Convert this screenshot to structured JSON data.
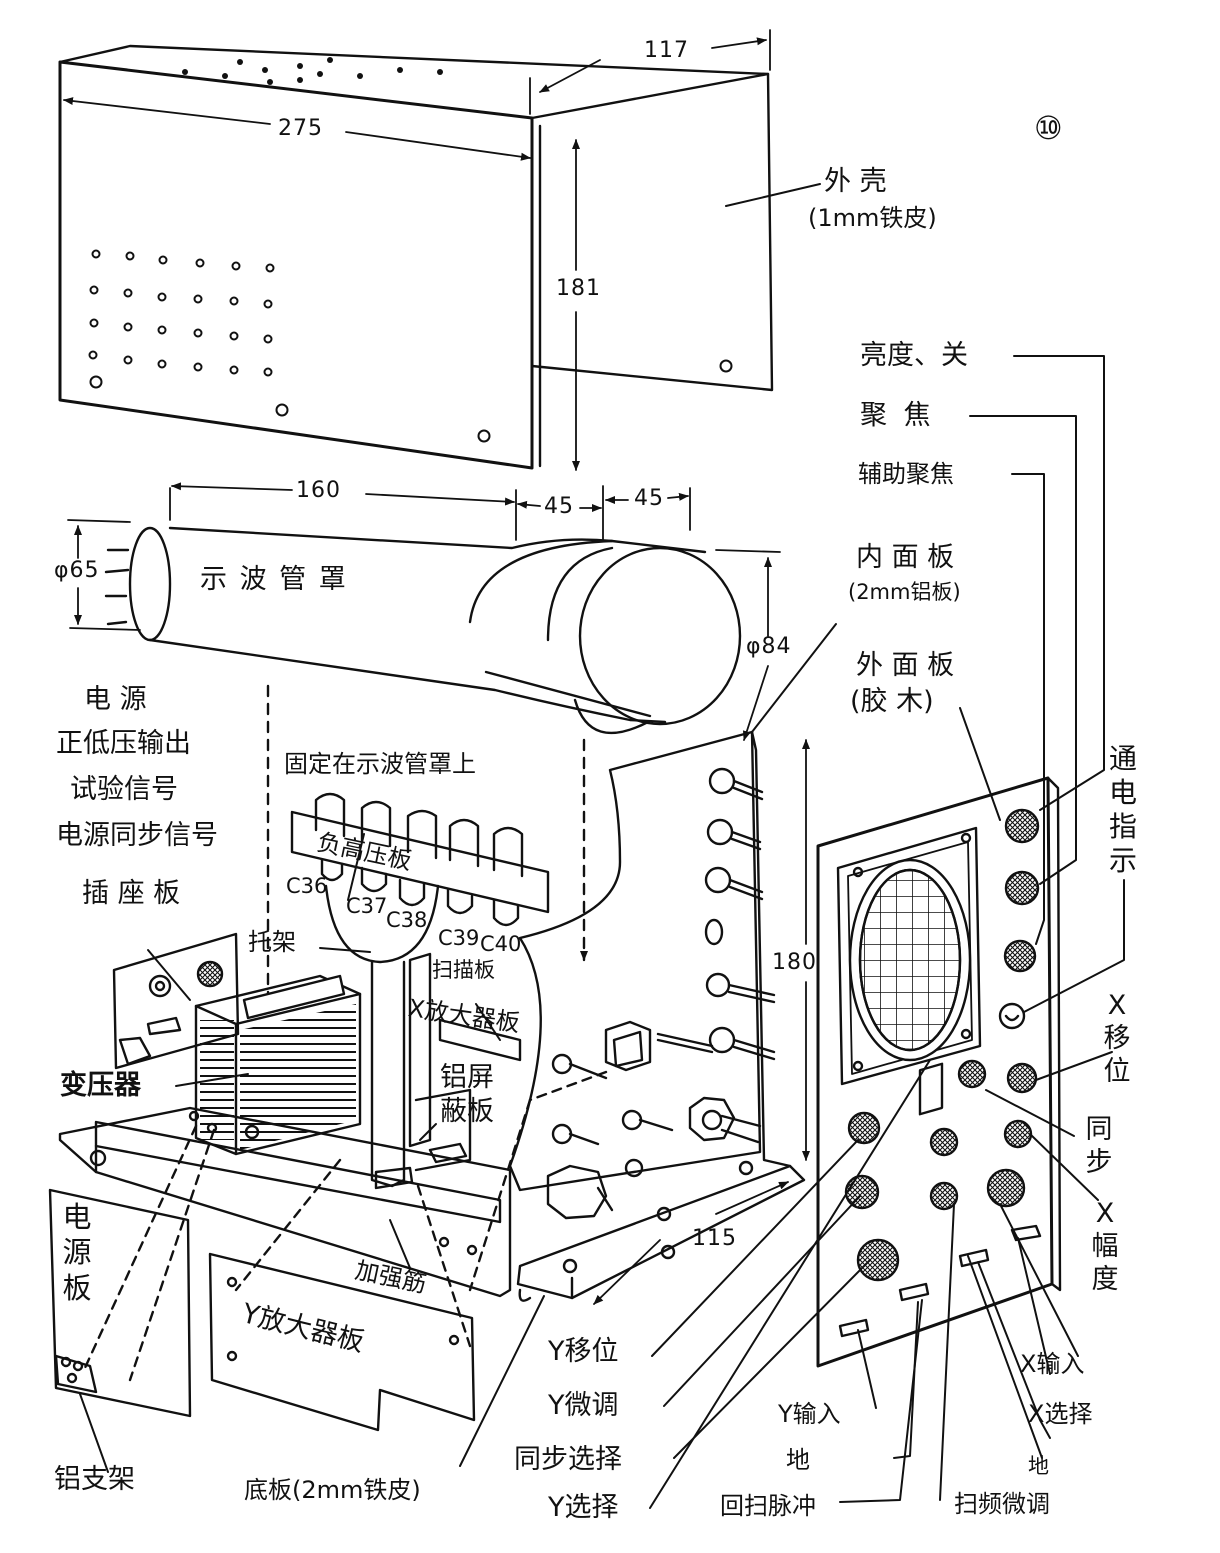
{
  "figure": {
    "number": "⑩"
  },
  "case": {
    "name": "外 壳",
    "material": "(1mm铁皮)"
  },
  "dimensions": {
    "case_length": "275",
    "case_depth": "117",
    "case_height": "181",
    "shield_length": "160",
    "shield_mid": "45",
    "shield_front": "45",
    "shield_dia_small": "φ65",
    "shield_dia_large": "φ84",
    "panel_height": "180",
    "base_width": "115"
  },
  "parts": {
    "crt_shield": "示 波 管 罩",
    "inner_panel": "内 面 板",
    "inner_panel_material": "(2mm铝板)",
    "outer_panel": "外 面 板",
    "outer_panel_material": "(胶 木)",
    "power_outputs": [
      "电 源",
      "正低压输出",
      "试验信号",
      "电源同步信号"
    ],
    "socket_board": "插 座 板",
    "hv_board_note": "固定在示波管罩上",
    "hv_board": "负高压板",
    "caps": [
      "C36",
      "C37",
      "C38",
      "C39",
      "C40"
    ],
    "bracket": "托架",
    "sweep_board": "扫描板",
    "x_amp_board": "X放大器板",
    "al_shield_1": "铝屏",
    "al_shield_2": "蔽板",
    "transformer": "变压器",
    "power_board": "电源板",
    "al_bracket": "铝支架",
    "stiffener": "加强筋",
    "y_amp_board": "Y放大器板",
    "base_plate": "底板(2mm铁皮)"
  },
  "controls": {
    "brightness_off": "亮度、关",
    "focus": "聚  焦",
    "aux_focus": "辅助聚焦",
    "power_indicator": "通电指示",
    "x_shift": "X移位",
    "sync": "同步",
    "x_amplitude": "X幅度",
    "x_input": "X输入",
    "x_select": "X选择",
    "ground_right": "地",
    "sweep_fine": "扫频微调",
    "retrace_pulse": "回扫脉冲",
    "ground_left": "地",
    "y_input": "Y输入",
    "y_shift": "Y移位",
    "y_fine": "Y微调",
    "sync_select": "同步选择",
    "y_select": "Y选择"
  }
}
